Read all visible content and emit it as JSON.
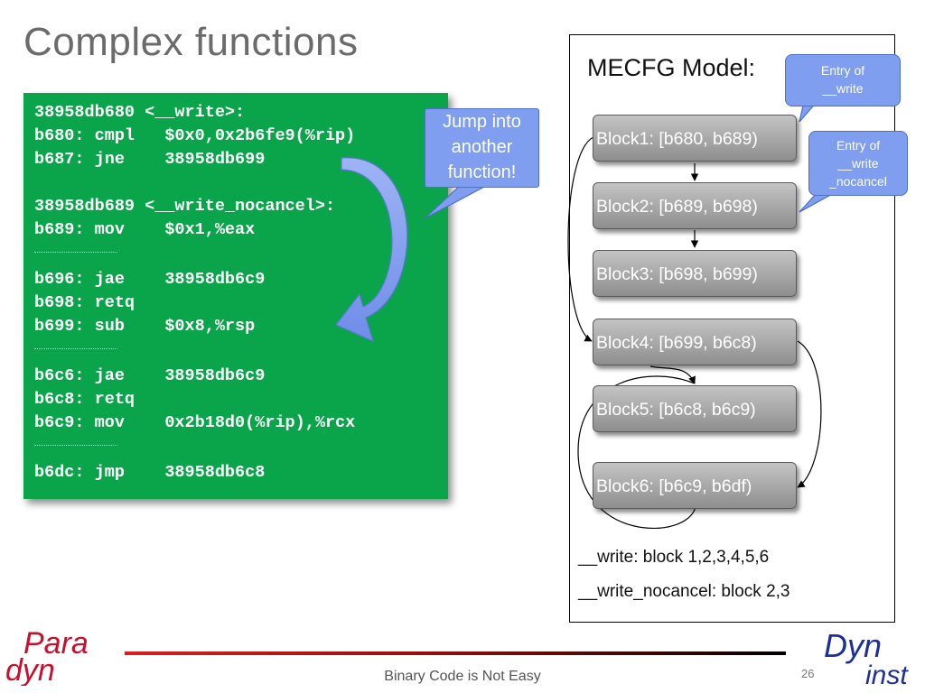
{
  "slide": {
    "title": "Complex functions",
    "footer_text": "Binary Code is Not Easy",
    "page_number": "26"
  },
  "code": {
    "lines": [
      "38958db680 <__write>:",
      "b680: cmpl   $0x0,0x2b6fe9(%rip)",
      "b687: jne    38958db699",
      "",
      "38958db689 <__write_nocancel>:",
      "b689: mov    $0x1,%eax",
      "b696: jae    38958db6c9",
      "b698: retq",
      "b699: sub    $0x8,%rsp",
      "b6c6: jae    38958db6c9",
      "b6c8: retq",
      "b6c9: mov    0x2b18d0(%rip),%rcx",
      "b6dc: jmp    38958db6c8"
    ]
  },
  "callouts": {
    "jump": "Jump into another function!",
    "jump_lines": [
      "Jump into",
      "another",
      "function!"
    ],
    "entry_write_lines": [
      "Entry of",
      "__write"
    ],
    "entry_nocancel_lines": [
      "Entry of",
      "__write",
      "_nocancel"
    ]
  },
  "model": {
    "title": "MECFG Model:",
    "blocks": [
      "Block1: [b680, b689)",
      "Block2: [b689, b698)",
      "Block3: [b698, b699)",
      "Block4: [b699, b6c8)",
      "Block5: [b6c8, b6c9)",
      "Block6: [b6c9, b6df)"
    ],
    "summary": [
      "__write: block 1,2,3,4,5,6",
      "__write_nocancel: block 2,3"
    ]
  },
  "logos": {
    "left_top": "Para",
    "left_bottom": "dyn",
    "right_top": "Dyn",
    "right_bottom": "inst"
  },
  "colors": {
    "code_bg": "#0aa54a",
    "callout_bg": "#7f9ef0",
    "block_gray": "#a9a9a9",
    "brand_red": "#c8102e",
    "dyninst_blue": "#1f2f9a"
  }
}
